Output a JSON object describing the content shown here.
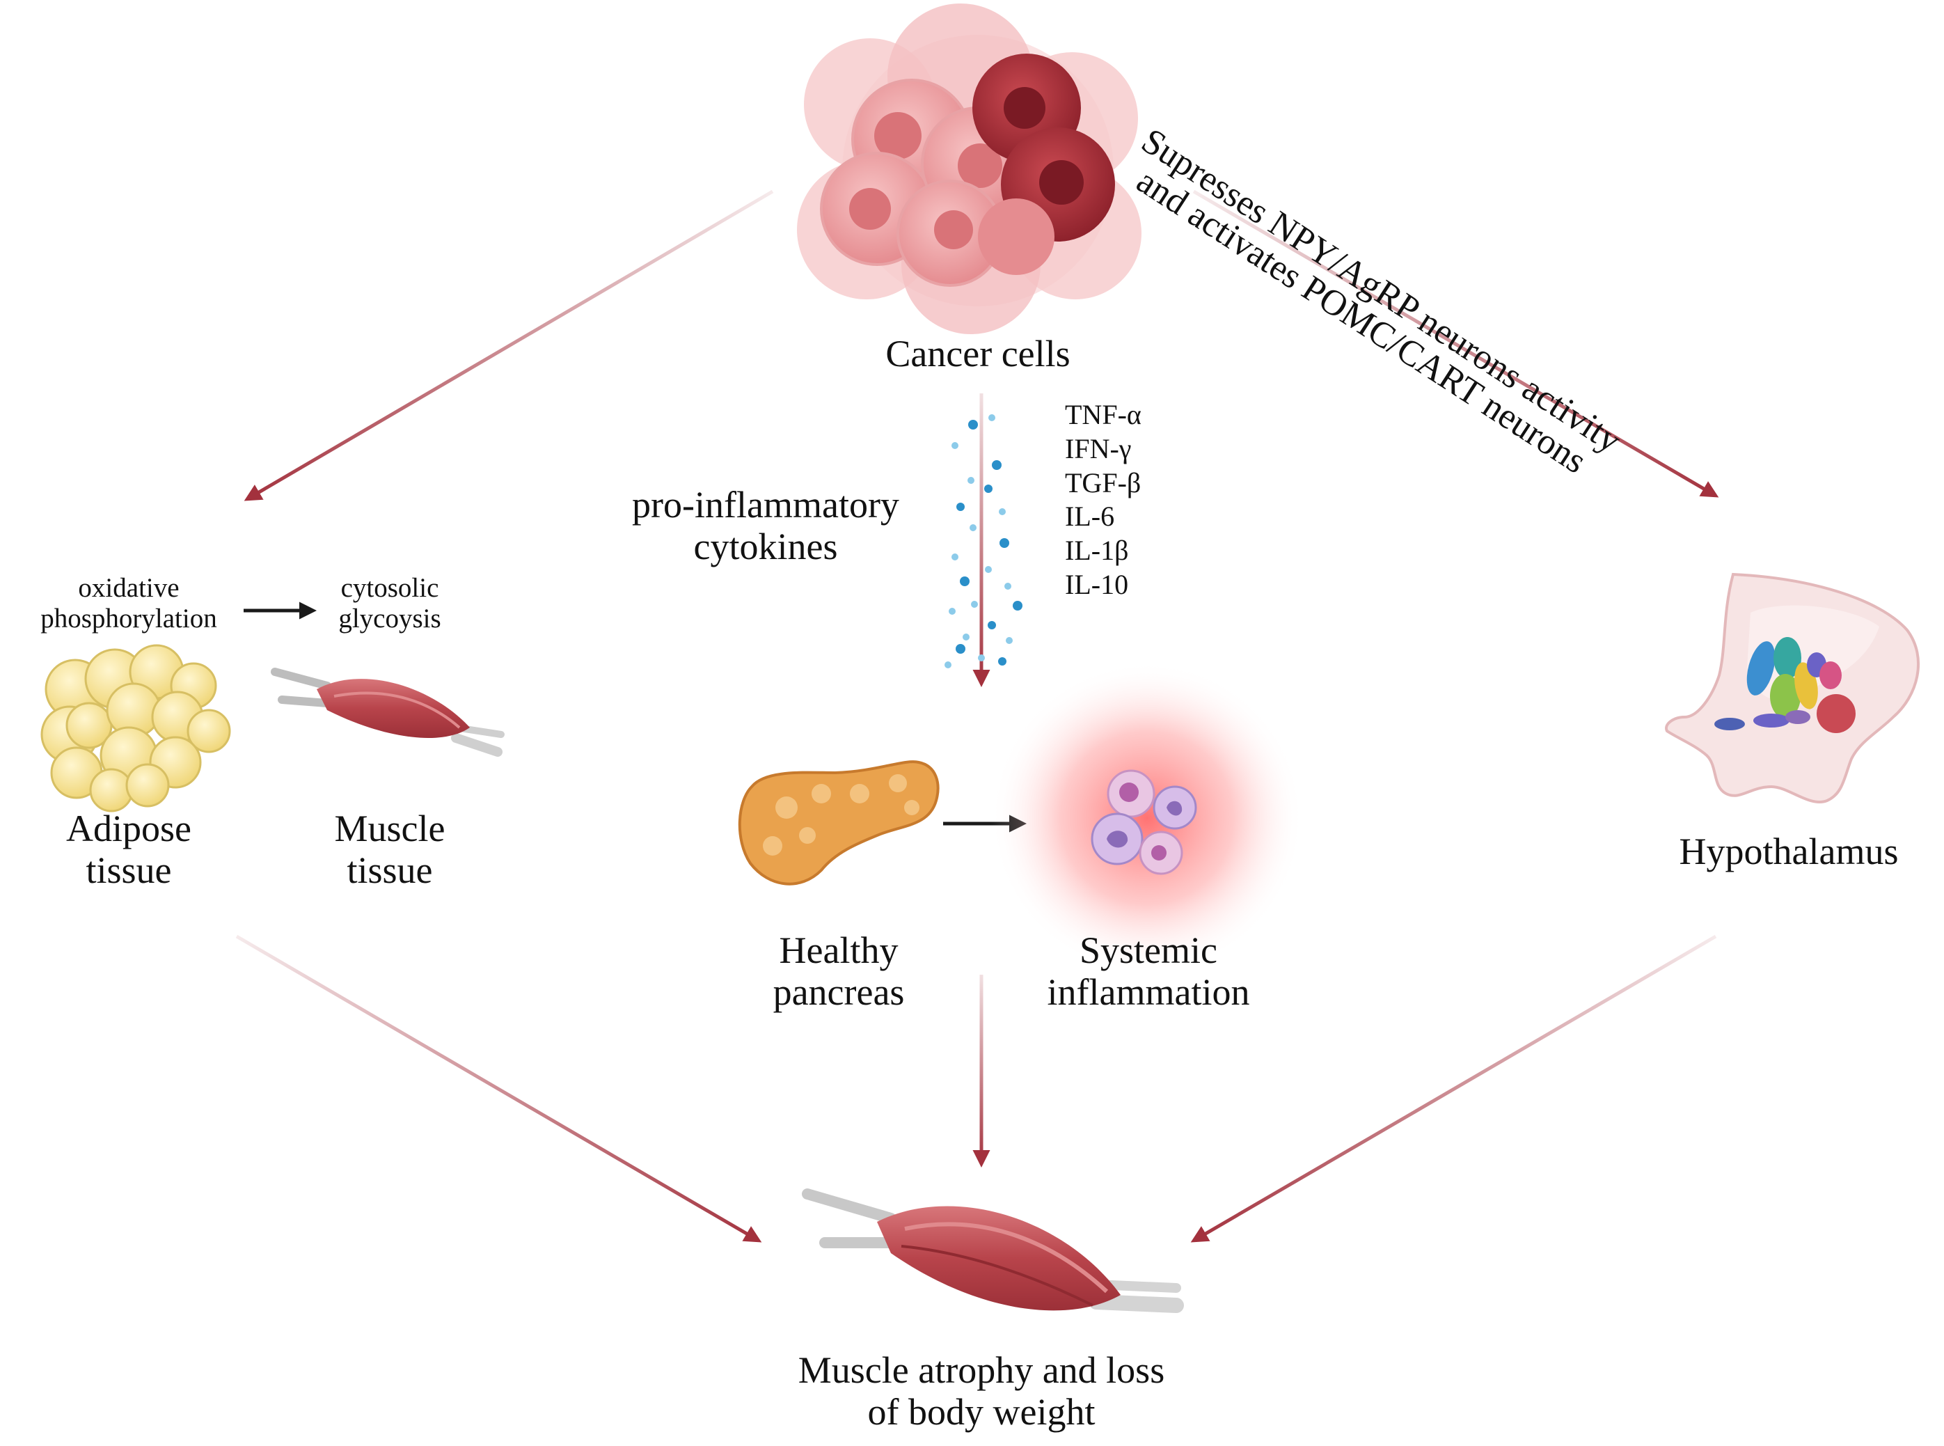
{
  "colors": {
    "arrow": "#a3313d",
    "arrow_faded": "#f1c9cc",
    "black_arrow": "#1a1a1a",
    "cytokine_dot": "#2a8fc9",
    "cytokine_dot_light": "#8ccbea",
    "fat": "#f4df8f",
    "muscle": "#c14a4f",
    "pancreas": "#e9a24d",
    "inflammation_glow": "#ff6a6a",
    "cancer_dark": "#a6303a",
    "cancer_light": "#efa5a8"
  },
  "icons": {
    "cancer": "cancer-cells-cluster-icon",
    "adipose": "adipose-cells-icon",
    "muscle": "muscle-icon",
    "pancreas": "pancreas-icon",
    "inflammation": "immune-cells-icon",
    "hypothalamus": "hypothalamus-icon"
  },
  "labels": {
    "cancer_cells": "Cancer cells",
    "hypothalamus_effect": [
      "Supresses  NPY/AgRP  neurons  activity",
      "and activates POMC/CART neurons"
    ],
    "pro_inflammatory": [
      "pro-inflammatory",
      "cytokines"
    ],
    "cytokines": [
      "TNF-α",
      "IFN-γ",
      "TGF-β",
      "IL-6",
      "IL-1β",
      "IL-10"
    ],
    "oxidative": [
      "oxidative",
      "phosphorylation"
    ],
    "cytosolic": [
      "cytosolic",
      "glycoysis"
    ],
    "adipose": [
      "Adipose",
      "tissue"
    ],
    "muscle_tissue": [
      "Muscle",
      "tissue"
    ],
    "healthy_pancreas": [
      "Healthy",
      "pancreas"
    ],
    "systemic_inflammation": [
      "Systemic",
      "inflammation"
    ],
    "hypothalamus": "Hypothalamus",
    "outcome": [
      "Muscle atrophy  and loss",
      "of body weight"
    ]
  }
}
